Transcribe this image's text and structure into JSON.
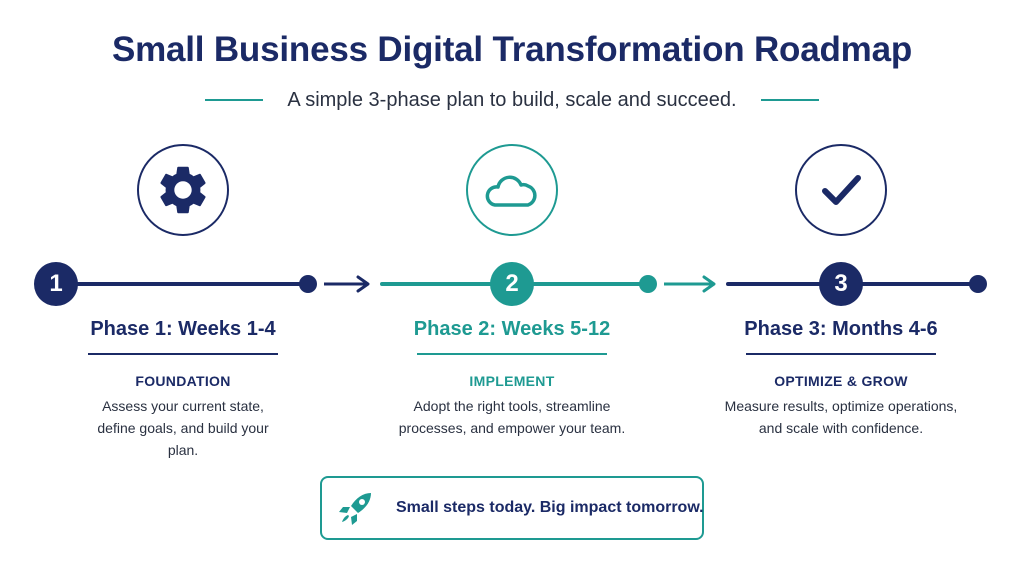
{
  "title": "Small Business Digital Transformation Roadmap",
  "subtitle": "A simple 3-phase plan to build, scale and succeed.",
  "colors": {
    "navy": "#1b2a66",
    "teal": "#1e9a92",
    "text": "#2a3141"
  },
  "phases": [
    {
      "number": "1",
      "icon": "gear-icon",
      "title": "Phase 1: Weeks 1-4",
      "label": "FOUNDATION",
      "description": "Assess your current state, define goals, and build your plan."
    },
    {
      "number": "2",
      "icon": "cloud-icon",
      "title": "Phase 2: Weeks 5-12",
      "label": "IMPLEMENT",
      "description": "Adopt the right tools, streamline processes, and empower your team."
    },
    {
      "number": "3",
      "icon": "checkmark-icon",
      "title": "Phase 3: Months 4-6",
      "label": "OPTIMIZE & GROW",
      "description": "Measure results, optimize operations, and scale with confidence."
    }
  ],
  "callout": {
    "icon": "rocket-icon",
    "text": "Small steps today. Big impact tomorrow."
  }
}
